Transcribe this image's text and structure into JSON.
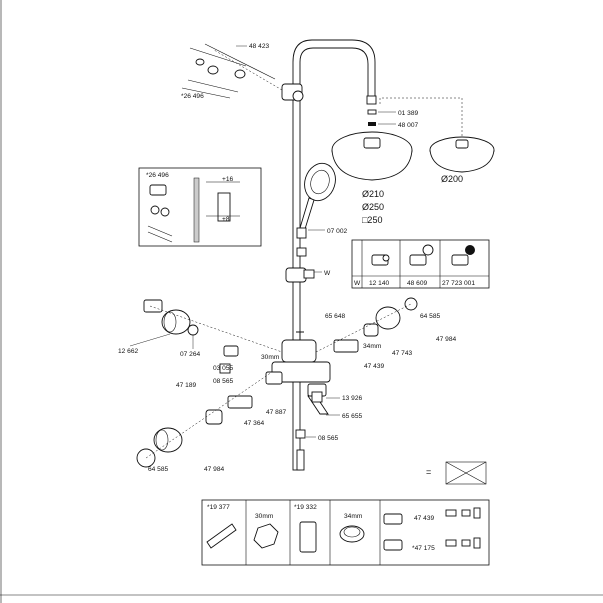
{
  "diagram": {
    "top_wall_bracket": {
      "part": "48 423",
      "screws": "*26 496"
    },
    "shower_arm": {
      "parts": [
        "01 389",
        "48 007"
      ]
    },
    "head_shower": {
      "sizes": [
        "Ø210",
        "Ø250",
        "□250"
      ],
      "alt_size": "Ø200"
    },
    "inset": {
      "ref": "*26 496",
      "dim1": "+16",
      "dim2": "+8"
    },
    "hand_shower": {
      "part": "07 002",
      "holder_label": "W"
    },
    "holder_table": {
      "row_label": "W",
      "parts": [
        "12 140",
        "48 609",
        "27 723 001"
      ]
    },
    "left_group": [
      "12 662",
      "07 264",
      "03 055",
      "08 565",
      "47 189",
      "47 887",
      "47 364",
      "64 585",
      "47 984"
    ],
    "wrench_size": "30mm",
    "right_group": [
      "65 648",
      "64 585",
      "47 984",
      "34mm",
      "47 743",
      "47 439",
      "13 926",
      "65 655",
      "08 565"
    ],
    "note": {
      "eq": "="
    }
  },
  "tools": [
    {
      "ref": "*19 377",
      "size": "30mm"
    },
    {
      "ref": "*19 332",
      "size": "34mm"
    },
    {
      "refs": [
        "47 439",
        "*47 175"
      ]
    }
  ]
}
